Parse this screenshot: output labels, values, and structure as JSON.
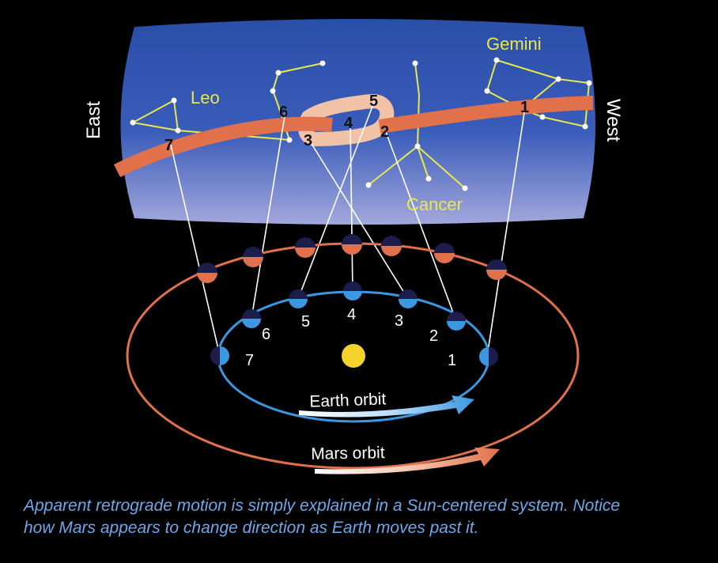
{
  "sky": {
    "east": "East",
    "west": "West",
    "constellations": [
      "Leo",
      "Gemini",
      "Cancer"
    ]
  },
  "mars_sky_labels": [
    "1",
    "2",
    "3",
    "4",
    "5",
    "6",
    "7"
  ],
  "earth_labels": [
    "1",
    "2",
    "3",
    "4",
    "5",
    "6",
    "7"
  ],
  "orbits": {
    "earth": "Earth orbit",
    "mars": "Mars orbit"
  },
  "caption": {
    "line1": "Apparent retrograde motion is simply explained in a Sun-centered system.  Notice",
    "line2": "how Mars appears to change direction as Earth moves past it."
  },
  "colors": {
    "sky_top": "#2a4fa8",
    "sky_bottom": "#9aa3d8",
    "mars": "#e0714a",
    "mars_loop": "#f2c2a6",
    "earth": "#3b97e0",
    "constellation": "#e8e84a",
    "sun": "#f5d32a",
    "caption": "#6fa8e8"
  }
}
